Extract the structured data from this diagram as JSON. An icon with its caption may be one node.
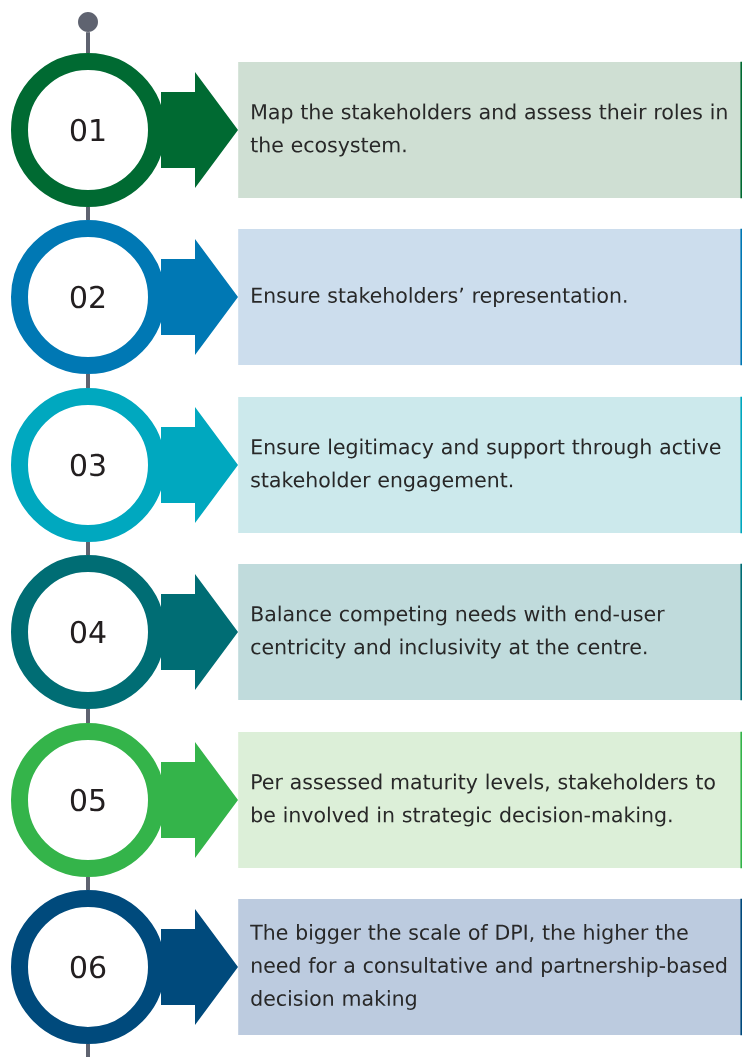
{
  "diagram": {
    "nodes": [
      {
        "text": [],
        "shape": "circle"
      },
      {
        "text": [
          "01"
        ]
      },
      {
        "text": [
          "Map the stakeholders and assess their roles in the ecosystem."
        ]
      },
      {
        "text": [
          "02"
        ]
      },
      {
        "text": [
          "Ensure stakeholders’ representation."
        ]
      },
      {
        "text": [
          "03"
        ]
      },
      {
        "text": [
          "Ensure legitimacy and support through active stakeholder engagement."
        ]
      },
      {
        "text": [
          "04"
        ]
      },
      {
        "text": [
          "Balance competing needs with end-user centricity and inclusivity at the centre."
        ]
      },
      {
        "text": [
          "05"
        ]
      },
      {
        "text": [
          "Per assessed maturity levels, stakeholders to be involved in strategic decision-making."
        ]
      },
      {
        "text": [
          "06"
        ]
      },
      {
        "text": [
          "The bigger the scale of DPI, the higher the need for a consultative and partnership-based decision making"
        ]
      }
    ],
    "edges": [
      {
        "from": 0,
        "to": 1,
        "arrow": "none"
      },
      {
        "from": 1,
        "to": 3,
        "arrow": "none"
      },
      {
        "from": 3,
        "to": 5,
        "arrow": "none"
      },
      {
        "from": 5,
        "to": 7,
        "arrow": "none"
      },
      {
        "from": 7,
        "to": 9,
        "arrow": "none"
      },
      {
        "from": 9,
        "to": 11,
        "arrow": "none"
      },
      {
        "from": 11,
        "to": null,
        "arrow": "none"
      },
      {
        "from": 1,
        "to": 2,
        "arrow": "to",
        "style": "thick",
        "color": "#006a32"
      },
      {
        "from": 3,
        "to": 4,
        "arrow": "to",
        "style": "thick",
        "color": "#0078b4"
      },
      {
        "from": 5,
        "to": 6,
        "arrow": "to",
        "style": "thick",
        "color": "#00a8bf"
      },
      {
        "from": 7,
        "to": 8,
        "arrow": "to",
        "style": "thick",
        "color": "#006d74"
      },
      {
        "from": 9,
        "to": 10,
        "arrow": "to",
        "style": "thick",
        "color": "#34b44a"
      },
      {
        "from": 11,
        "to": 12,
        "arrow": "to",
        "style": "thick",
        "color": "#004a7c"
      }
    ]
  }
}
